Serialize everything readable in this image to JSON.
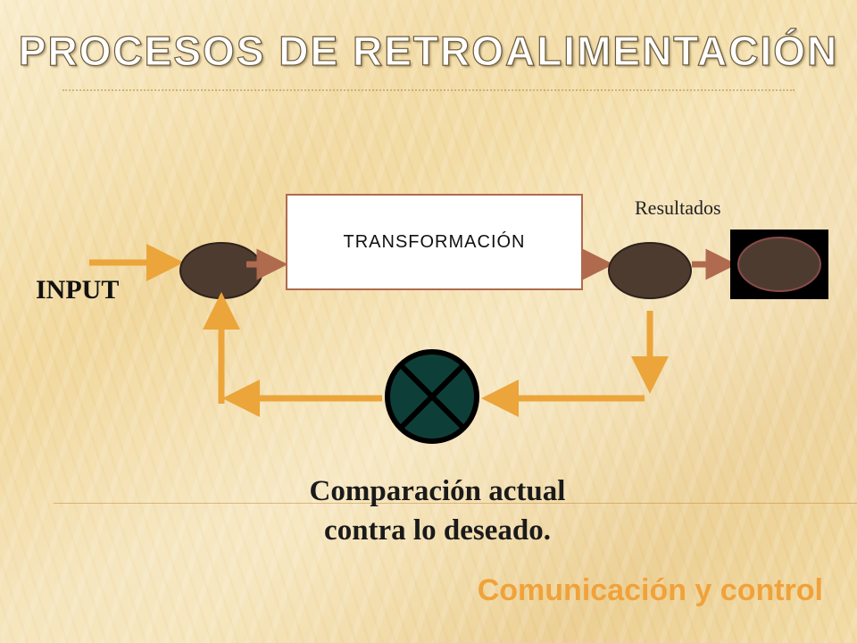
{
  "slide": {
    "title": "PROCESOS DE RETROALIMENTACIÓN",
    "footer": "Comunicación y control"
  },
  "diagram": {
    "input_label": "INPUT",
    "process_label": "TRANSFORMACIÓN",
    "results_label": "Resultados",
    "caption_line1": "Comparación actual",
    "caption_line2": "contra lo deseado."
  },
  "colors": {
    "feedback_arrow": "#eba53a",
    "flow_arrow": "#b06a4e",
    "node_fill": "#4e3b2f",
    "comparator_fill": "#0d3f38",
    "footer_text": "#f0a23a"
  }
}
